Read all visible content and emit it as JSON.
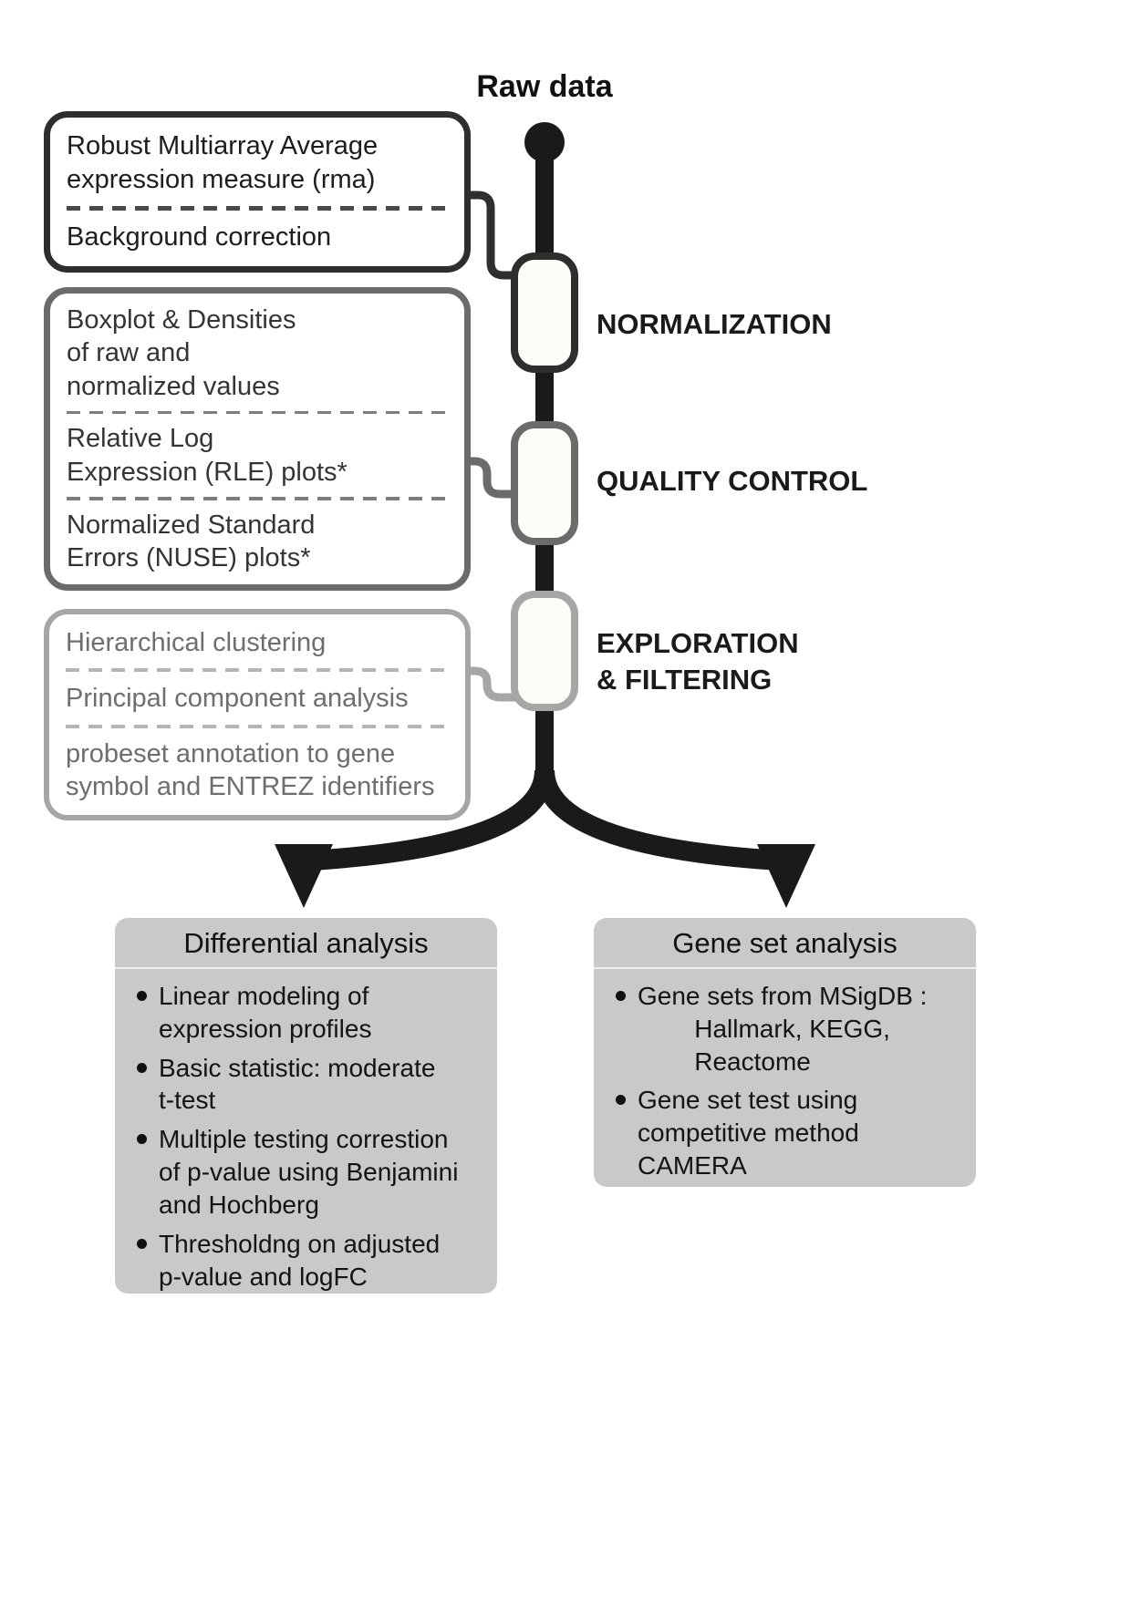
{
  "header": {
    "raw_data": "Raw data"
  },
  "stage_boxes": [
    {
      "items": [
        "Robust Multiarray Average\nexpression measure (rma)",
        "Background correction"
      ]
    },
    {
      "items": [
        "Boxplot & Densities\nof raw and\nnormalized values",
        "Relative Log\nExpression (RLE) plots*",
        "Normalized Standard\nErrors (NUSE) plots*"
      ]
    },
    {
      "items": [
        "Hierarchical clustering",
        "Principal component analysis",
        "probeset annotation to gene\nsymbol and ENTREZ identifiers"
      ]
    }
  ],
  "stages": [
    {
      "label": "NORMALIZATION"
    },
    {
      "label": "QUALITY CONTROL"
    },
    {
      "label": "EXPLORATION\n& FILTERING"
    }
  ],
  "results": [
    {
      "title": "Differential analysis",
      "bullets": [
        "Linear modeling of\nexpression profiles",
        "Basic statistic: moderate\nt-test",
        "Multiple testing correstion\nof p-value using Benjamini\nand Hochberg",
        "Thresholdng on adjusted\np-value and logFC"
      ]
    },
    {
      "title": "Gene set analysis",
      "bullets": [
        "Gene sets from MSigDB :\n        Hallmark, KEGG,\n        Reactome",
        "Gene set test using\ncompetitive method\nCAMERA"
      ]
    }
  ],
  "colors": {
    "flow_line": "#1a1a1a",
    "stage1_border": "#2e2e2e",
    "stage2_border": "#6b6b6b",
    "stage3_border": "#a6a6a6",
    "result_box_fill": "#c9c9c9",
    "text_dark": "#1a1a1a",
    "text_gray": "#6e6e6e"
  }
}
